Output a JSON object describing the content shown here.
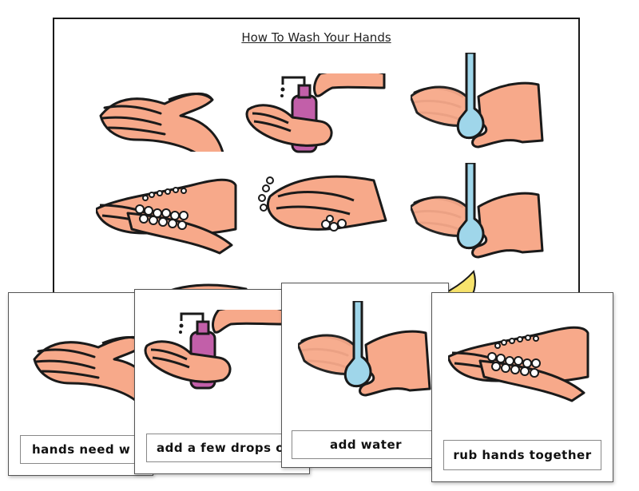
{
  "poster": {
    "title": "How To Wash Your Hands"
  },
  "cards": [
    {
      "caption": "hands need w",
      "icon": "open-hands-icon"
    },
    {
      "caption": "add a few drops of",
      "icon": "soap-pump-icon"
    },
    {
      "caption": "add water",
      "icon": "water-tap-icon"
    },
    {
      "caption": "rub hands together",
      "icon": "soapy-hands-icon"
    }
  ],
  "colors": {
    "skin": "#F7A98A",
    "skin_light": "#FCE0D6",
    "outline": "#1A1A1A",
    "water": "#9FD6EA",
    "soap_bottle": "#C25FA9",
    "towel": "#F7E36C",
    "bubble": "#FFFFFF"
  }
}
